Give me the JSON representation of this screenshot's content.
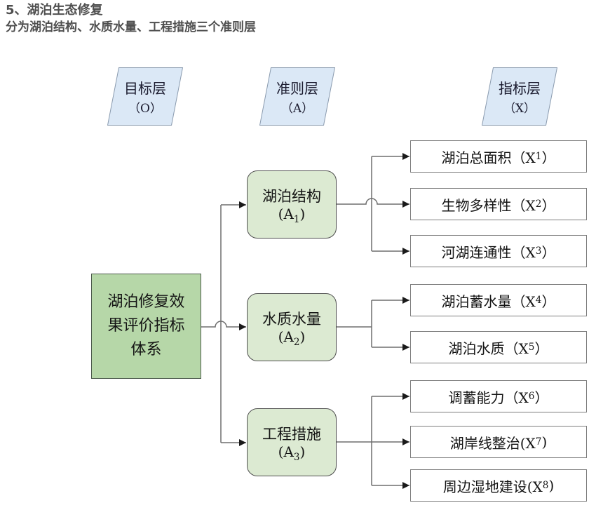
{
  "title": {
    "line1": "5、湖泊生态修复",
    "line2": "分为湖泊结构、水质水量、工程措施三个准则层"
  },
  "layers": [
    {
      "name": "目标层",
      "code": "（O）"
    },
    {
      "name": "准则层",
      "code": "（A）"
    },
    {
      "name": "指标层",
      "code": "（X）"
    }
  ],
  "goal": {
    "line1": "湖泊修复效",
    "line2": "果评价指标",
    "line3": "体系"
  },
  "criteria": [
    {
      "label": "湖泊结构",
      "code_prefix": "(A",
      "sub": "1",
      "code_suffix": ")"
    },
    {
      "label": "水质水量",
      "code_prefix": "(A",
      "sub": "2",
      "code_suffix": ")"
    },
    {
      "label": "工程措施",
      "code_prefix": "(A",
      "sub": "3",
      "code_suffix": ")"
    }
  ],
  "indicators": [
    {
      "prefix": "湖泊总面积（X",
      "sub": "1",
      "suffix": "）"
    },
    {
      "prefix": "生物多样性（X",
      "sub": "2",
      "suffix": "）"
    },
    {
      "prefix": "河湖连通性（X",
      "sub": "3",
      "suffix": "）"
    },
    {
      "prefix": "湖泊蓄水量（X",
      "sub": "4",
      "suffix": "）"
    },
    {
      "prefix": "湖泊水质（X",
      "sub": "5",
      "suffix": "）"
    },
    {
      "prefix": "调蓄能力（X",
      "sub": "6",
      "suffix": "）"
    },
    {
      "prefix": "湖岸线整治(X",
      "sub": "7",
      "suffix": ")"
    },
    {
      "prefix": "周边湿地建设(X",
      "sub": "8",
      "suffix": ")"
    }
  ],
  "colors": {
    "goal_fill": "#b6d7a8",
    "criterion_fill": "#dcead2",
    "layer_fill": "#dbe8f6",
    "indicator_fill": "#ffffff",
    "connector_line": "#6e6e6e",
    "arrowhead": "#1a1a1a",
    "title_text": "#4f4f4f"
  }
}
